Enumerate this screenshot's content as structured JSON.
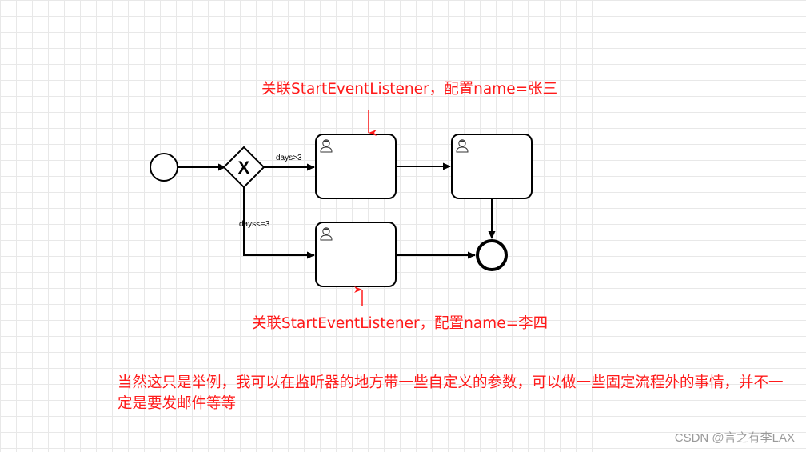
{
  "diagram": {
    "edge_labels": {
      "days_gt_3": "days>3",
      "days_le_3": "days<=3"
    },
    "gateway_symbol": "X",
    "task_icon": "user-task-icon",
    "start_event_icon": "start-event-circle",
    "end_event_icon": "end-event-circle"
  },
  "annotations": {
    "top": "关联StartEventListener，配置name=张三",
    "bottom": "关联StartEventListener，配置name=李四"
  },
  "note": "当然这只是举例，我可以在监听器的地方带一些自定义的参数，可以做一些固定流程外的事情，并不一定是要发邮件等等",
  "watermark": "CSDN @言之有李LAX",
  "colors": {
    "annotation": "#ff1a1a",
    "stroke": "#000000",
    "grid": "#e8e8e8"
  }
}
